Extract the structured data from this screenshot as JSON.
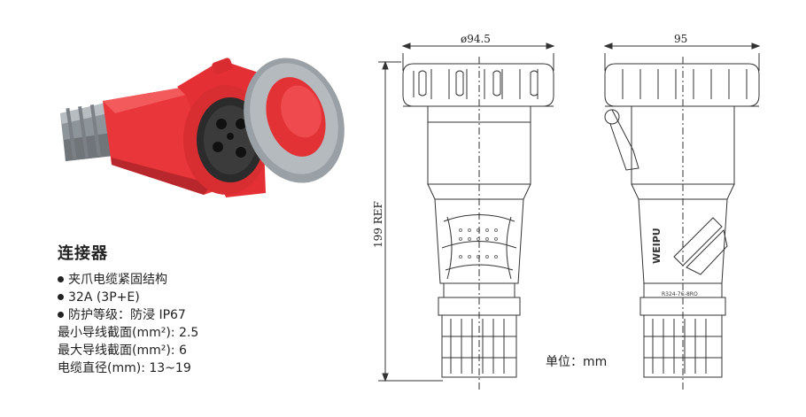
{
  "product": {
    "title": "连接器",
    "features": [
      "夹爪电缆紧固结构",
      "32A (3P+E)",
      "防护等级：防浸  IP67"
    ],
    "specs": [
      "最小导线截面(mm²): 2.5",
      "最大导线截面(mm²): 6",
      "电缆直径(mm): 13~19"
    ]
  },
  "drawing": {
    "width_front": "ø94.5",
    "width_side": "95",
    "height": "199 REF",
    "brand": "WEIPU",
    "part_no": "R324-7C-8RO",
    "unit": "单位：mm"
  },
  "colors": {
    "body": "#e8363a",
    "cap": "#a9afb3",
    "line": "#333333"
  }
}
